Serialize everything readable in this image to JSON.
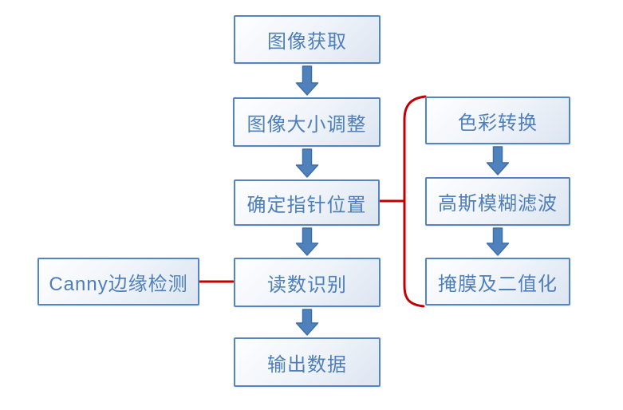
{
  "diagram": {
    "type": "flowchart",
    "main_flow": {
      "nodes": [
        {
          "label": "图像获取"
        },
        {
          "label": "图像大小调整"
        },
        {
          "label": "确定指针位置"
        },
        {
          "label": "读数识别"
        },
        {
          "label": "输出数据"
        }
      ]
    },
    "side_node": {
      "label": "Canny边缘检测",
      "connects_to": "读数识别"
    },
    "sub_flow": {
      "connected_from": "确定指针位置",
      "nodes": [
        {
          "label": "色彩转换"
        },
        {
          "label": "高斯模糊滤波"
        },
        {
          "label": "掩膜及二值化"
        }
      ]
    },
    "colors": {
      "node_border": "#5585c0",
      "node_text": "#4e7fbb",
      "node_fill_top": "#fdfeff",
      "node_fill_bottom": "#dce5f1",
      "arrow_fill": "#4f81bd",
      "arrow_stroke": "#3f6fa8",
      "connector_red": "#c00000"
    }
  }
}
